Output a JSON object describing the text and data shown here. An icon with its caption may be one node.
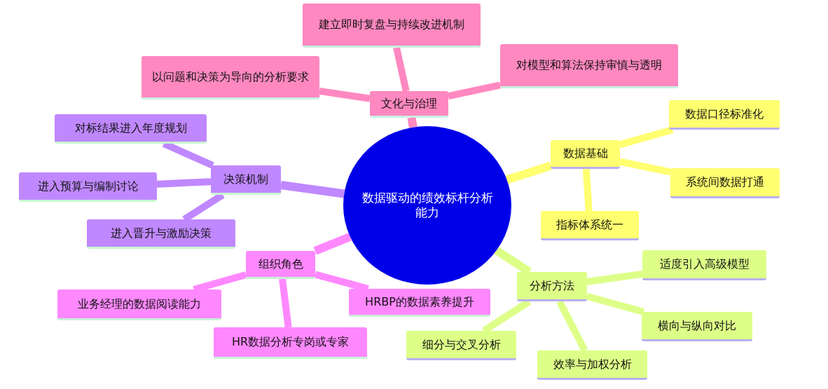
{
  "diagram": {
    "nodes": [
      {
        "text": [
          "数据驱动的绩效标杆分析能力"
        ]
      },
      {
        "text": [
          "文化与治理"
        ]
      },
      {
        "text": [
          "建立即时复盘与持续改进机制"
        ]
      },
      {
        "text": [
          "以问题和决策为导向的分析要求"
        ]
      },
      {
        "text": [
          "对模型和算法保持审慎与透明"
        ]
      },
      {
        "text": [
          "数据基础"
        ]
      },
      {
        "text": [
          "数据口径标准化"
        ]
      },
      {
        "text": [
          "系统间数据打通"
        ]
      },
      {
        "text": [
          "指标体系统一"
        ]
      },
      {
        "text": [
          "分析方法"
        ]
      },
      {
        "text": [
          "适度引入高级模型"
        ]
      },
      {
        "text": [
          "横向与纵向对比"
        ]
      },
      {
        "text": [
          "细分与交叉分析"
        ]
      },
      {
        "text": [
          "效率与加权分析"
        ]
      },
      {
        "text": [
          "组织角色"
        ]
      },
      {
        "text": [
          "业务经理的数据阅读能力"
        ]
      },
      {
        "text": [
          "HRBP的数据素养提升"
        ]
      },
      {
        "text": [
          "HR数据分析专岗或专家"
        ]
      },
      {
        "text": [
          "决策机制"
        ]
      },
      {
        "text": [
          "对标结果进入年度规划"
        ]
      },
      {
        "text": [
          "进入预算与编制讨论"
        ]
      },
      {
        "text": [
          "进入晋升与激励决策"
        ]
      }
    ],
    "edges": [
      {
        "from": 0,
        "to": 1,
        "arrow": "none",
        "color": "#ff88c0"
      },
      {
        "from": 1,
        "to": 2,
        "arrow": "none",
        "color": "#ff88c0"
      },
      {
        "from": 1,
        "to": 3,
        "arrow": "none",
        "color": "#ff88c0"
      },
      {
        "from": 1,
        "to": 4,
        "arrow": "none",
        "color": "#ff88c0"
      },
      {
        "from": 0,
        "to": 5,
        "arrow": "none",
        "color": "#ffff70"
      },
      {
        "from": 5,
        "to": 6,
        "arrow": "none",
        "color": "#ffff70"
      },
      {
        "from": 5,
        "to": 7,
        "arrow": "none",
        "color": "#ffff70"
      },
      {
        "from": 5,
        "to": 8,
        "arrow": "none",
        "color": "#ffff70"
      },
      {
        "from": 0,
        "to": 9,
        "arrow": "none",
        "color": "#ddff88"
      },
      {
        "from": 9,
        "to": 10,
        "arrow": "none",
        "color": "#ddff88"
      },
      {
        "from": 9,
        "to": 11,
        "arrow": "none",
        "color": "#ddff88"
      },
      {
        "from": 9,
        "to": 12,
        "arrow": "none",
        "color": "#ddff88"
      },
      {
        "from": 9,
        "to": 13,
        "arrow": "none",
        "color": "#ddff88"
      },
      {
        "from": 0,
        "to": 14,
        "arrow": "none",
        "color": "#ff88ff"
      },
      {
        "from": 14,
        "to": 15,
        "arrow": "none",
        "color": "#ff88ff"
      },
      {
        "from": 14,
        "to": 16,
        "arrow": "none",
        "color": "#ff88ff"
      },
      {
        "from": 14,
        "to": 17,
        "arrow": "none",
        "color": "#ff88ff"
      },
      {
        "from": 0,
        "to": 18,
        "arrow": "none",
        "color": "#c088ff"
      },
      {
        "from": 18,
        "to": 19,
        "arrow": "none",
        "color": "#c088ff"
      },
      {
        "from": 18,
        "to": 20,
        "arrow": "none",
        "color": "#c088ff"
      },
      {
        "from": 18,
        "to": 21,
        "arrow": "none",
        "color": "#c088ff"
      }
    ]
  }
}
